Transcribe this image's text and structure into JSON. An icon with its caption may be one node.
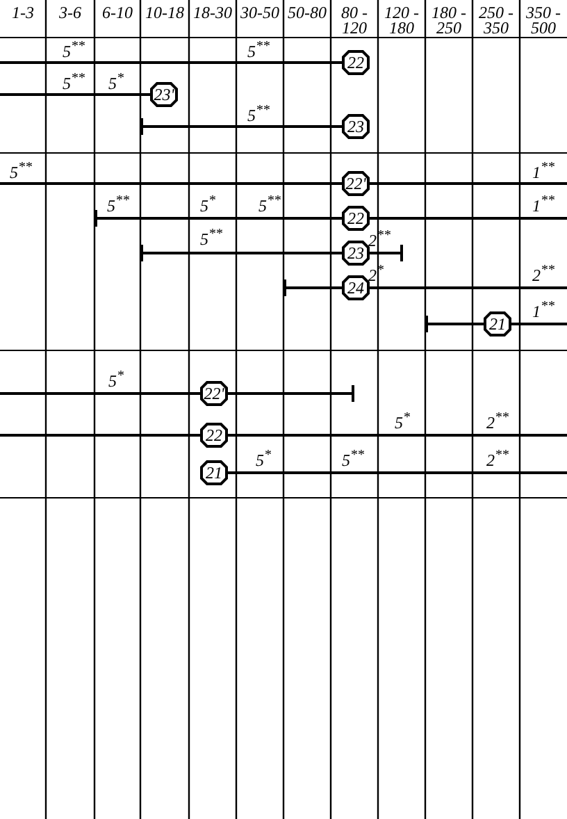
{
  "diagram": {
    "nodes": [
      {
        "text": [
          "22"
        ]
      },
      {
        "text": [
          "23'"
        ]
      },
      {
        "text": [
          "23"
        ]
      },
      {
        "text": [
          "22'"
        ]
      },
      {
        "text": [
          "22"
        ]
      },
      {
        "text": [
          "23"
        ]
      },
      {
        "text": [
          "24"
        ]
      },
      {
        "text": [
          "21"
        ]
      },
      {
        "text": [
          "22'"
        ]
      },
      {
        "text": [
          "22"
        ]
      },
      {
        "text": [
          "21"
        ]
      }
    ],
    "labels": [
      "1-3",
      "3-6",
      "6-10",
      "10-18",
      "18-30",
      "30-50",
      "50-80",
      "80 - 120",
      "120 - 180",
      "180 - 250",
      "250 - 350",
      "350 - 500",
      "5$^{**}$",
      "5$^{**}$",
      "5$^{**}$",
      "5$^{*}$",
      "5$^{**}$",
      "5$^{**}$",
      "1$^{**}$",
      "5$^{**}$",
      "5$^{*}$",
      "5$^{**}$",
      "1$^{**}$",
      "5$^{**}$",
      "2$^{**}$",
      "2$^{*}$",
      "2$^{**}$",
      "1$^{**}$",
      "5$^{*}$",
      "5$^{*}$",
      "2$^{**}$",
      "5$^{*}$",
      "5$^{**}$",
      "2$^{**}$"
    ]
  }
}
